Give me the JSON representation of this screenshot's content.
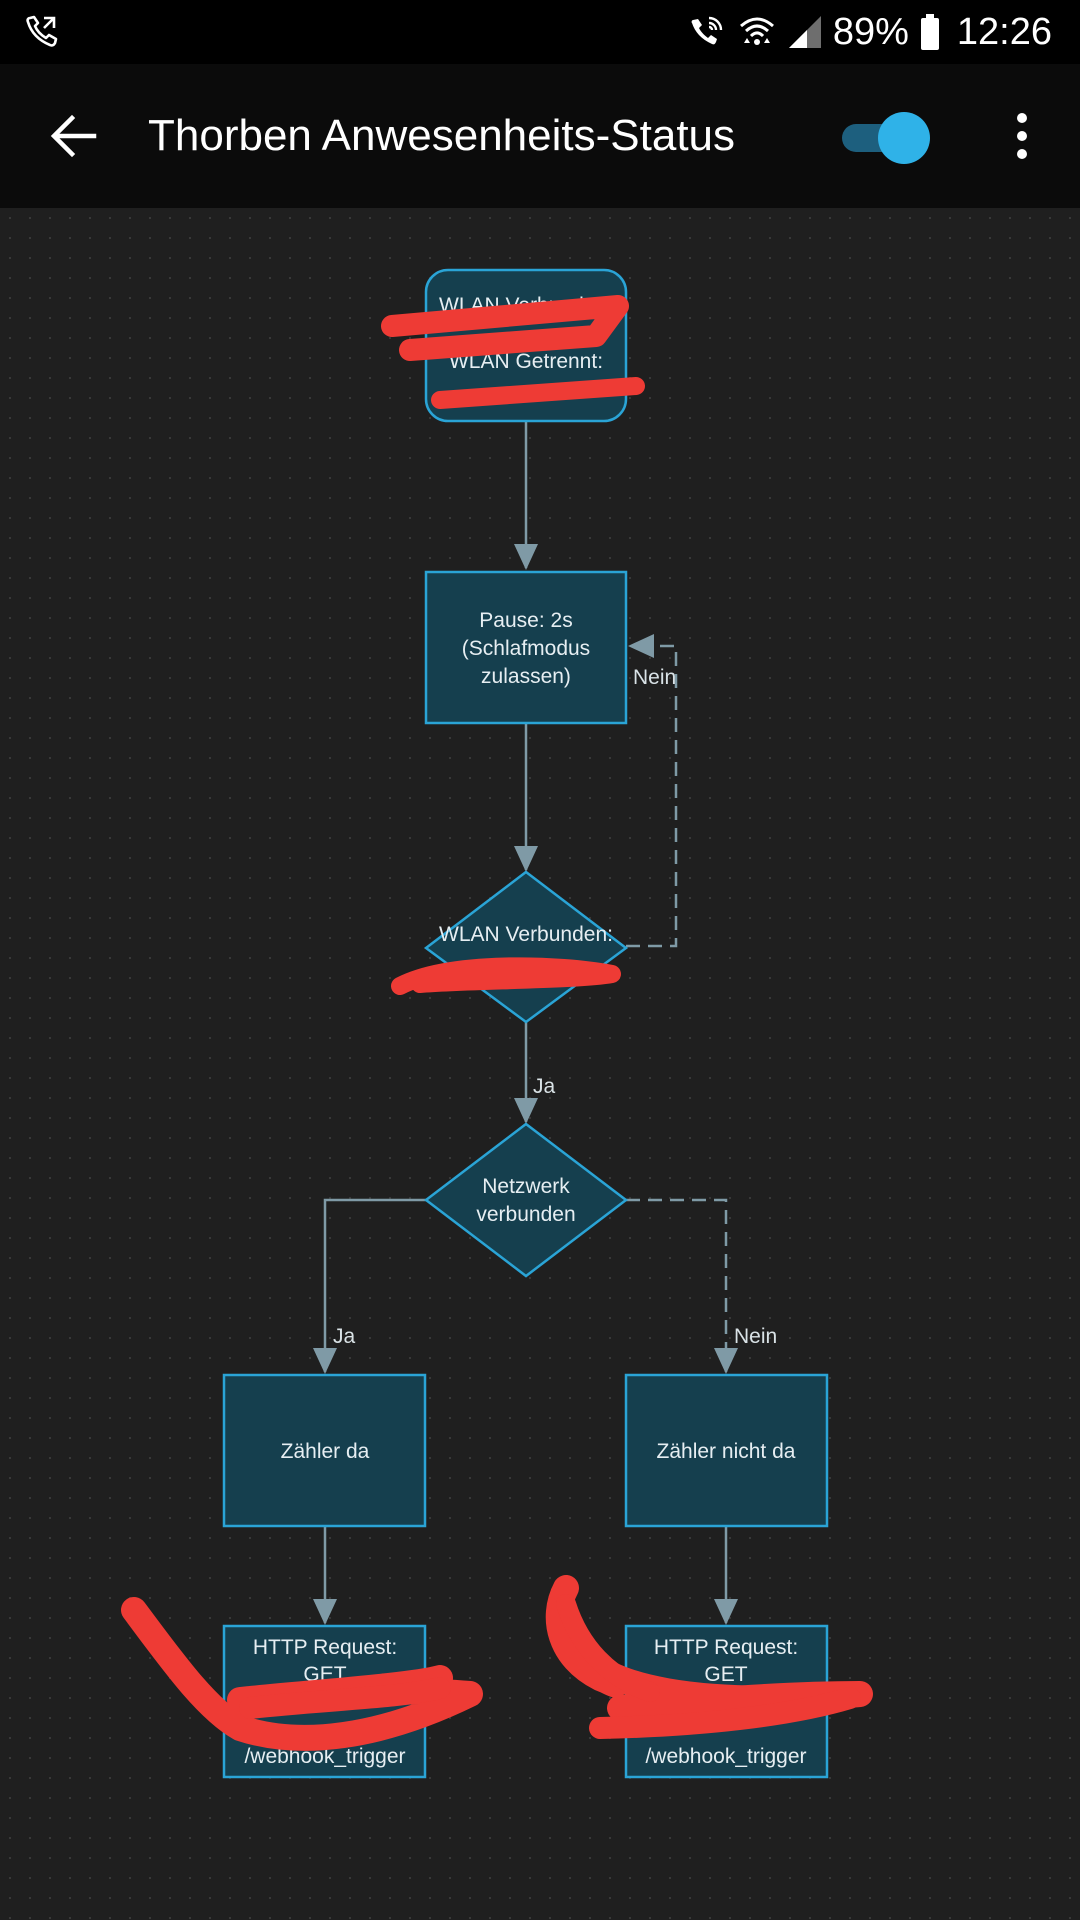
{
  "statusbar": {
    "battery": "89%",
    "time": "12:26"
  },
  "appbar": {
    "title": "Thorben Anwesenheits-Status",
    "toggle_on": true
  },
  "flow": {
    "trigger": {
      "line1": "WLAN Verbunden:",
      "line2": "WLAN Getrennt:"
    },
    "pause": {
      "line1": "Pause: 2s",
      "line2": "(Schlafmodus",
      "line3": "zulassen)"
    },
    "wlan_check": {
      "line1": "WLAN Verbunden:"
    },
    "network_check": {
      "line1": "Netzwerk",
      "line2": "verbunden"
    },
    "present": {
      "label": "Zähler da"
    },
    "absent": {
      "label": "Zähler nicht da"
    },
    "http_left": {
      "line1": "HTTP Request:",
      "line2": "GET",
      "line5": "/webhook_trigger"
    },
    "http_right": {
      "line1": "HTTP Request:",
      "line2": "GET",
      "line5": "/webhook_trigger"
    },
    "labels": {
      "nein_loop": "Nein",
      "ja_wlan": "Ja",
      "ja_network": "Ja",
      "nein_network": "Nein"
    }
  },
  "colors": {
    "node_fill": "#153f4e",
    "node_stroke": "#2aa4d6",
    "edge": "#7f9aa6",
    "redaction": "#ee3b35"
  }
}
